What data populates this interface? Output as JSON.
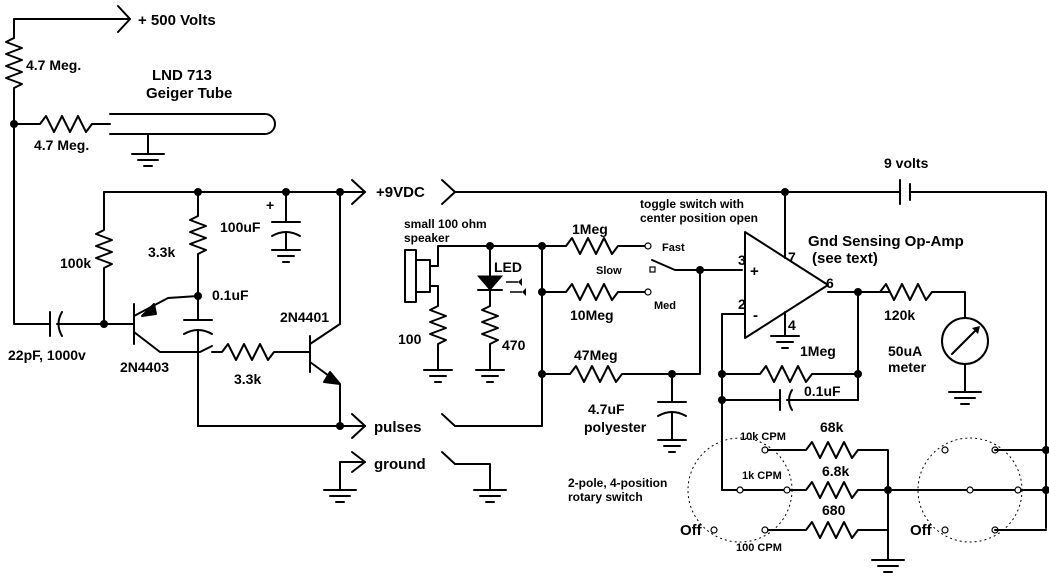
{
  "labels": {
    "hv": "+ 500 Volts",
    "r_hv": "4.7 Meg.",
    "tube_name": "LND 713",
    "tube_sub": "Geiger Tube",
    "r_tube": "4.7 Meg.",
    "vcc": "+9VDC",
    "plus_sign": "+",
    "c_100uf": "100uF",
    "r_100k": "100k",
    "r_3k3_top": "3.3k",
    "c_01uf": "0.1uF",
    "c_22pf": "22pF, 1000v",
    "q_2n4403": "2N4403",
    "r_3k3_mid": "3.3k",
    "q_2n4401": "2N4401",
    "pulses": "pulses",
    "ground": "ground",
    "spk1": "small 100 ohm",
    "spk2": "speaker",
    "r_100": "100",
    "led": "LED",
    "r_470": "470",
    "r_1meg_top": "1Meg",
    "r_10meg": "10Meg",
    "r_47meg": "47Meg",
    "c_4u7_1": "4.7uF",
    "c_4u7_2": "polyester",
    "toggle1": "toggle switch with",
    "toggle2": "center position open",
    "fast": "Fast",
    "slow": "Slow",
    "med": "Med",
    "opamp1": "Gnd Sensing Op-Amp",
    "opamp2": "(see text)",
    "pin3": "3",
    "pin7": "7",
    "pin2": "2",
    "pin6": "6",
    "pin4": "4",
    "opamp_plus": "+",
    "opamp_minus": "-",
    "v9": "9 volts",
    "r_120k": "120k",
    "meter1": "50uA",
    "meter2": "meter",
    "r_1meg_fb": "1Meg",
    "c_fb": "0.1uF",
    "cpm10k": "10k CPM",
    "r_68k": "68k",
    "cpm1k": "1k CPM",
    "r_6k8": "6.8k",
    "r_680": "680",
    "cpm100": "100 CPM",
    "rotary1": "2-pole, 4-position",
    "rotary2": "rotary switch",
    "off_left": "Off",
    "off_right": "Off"
  }
}
